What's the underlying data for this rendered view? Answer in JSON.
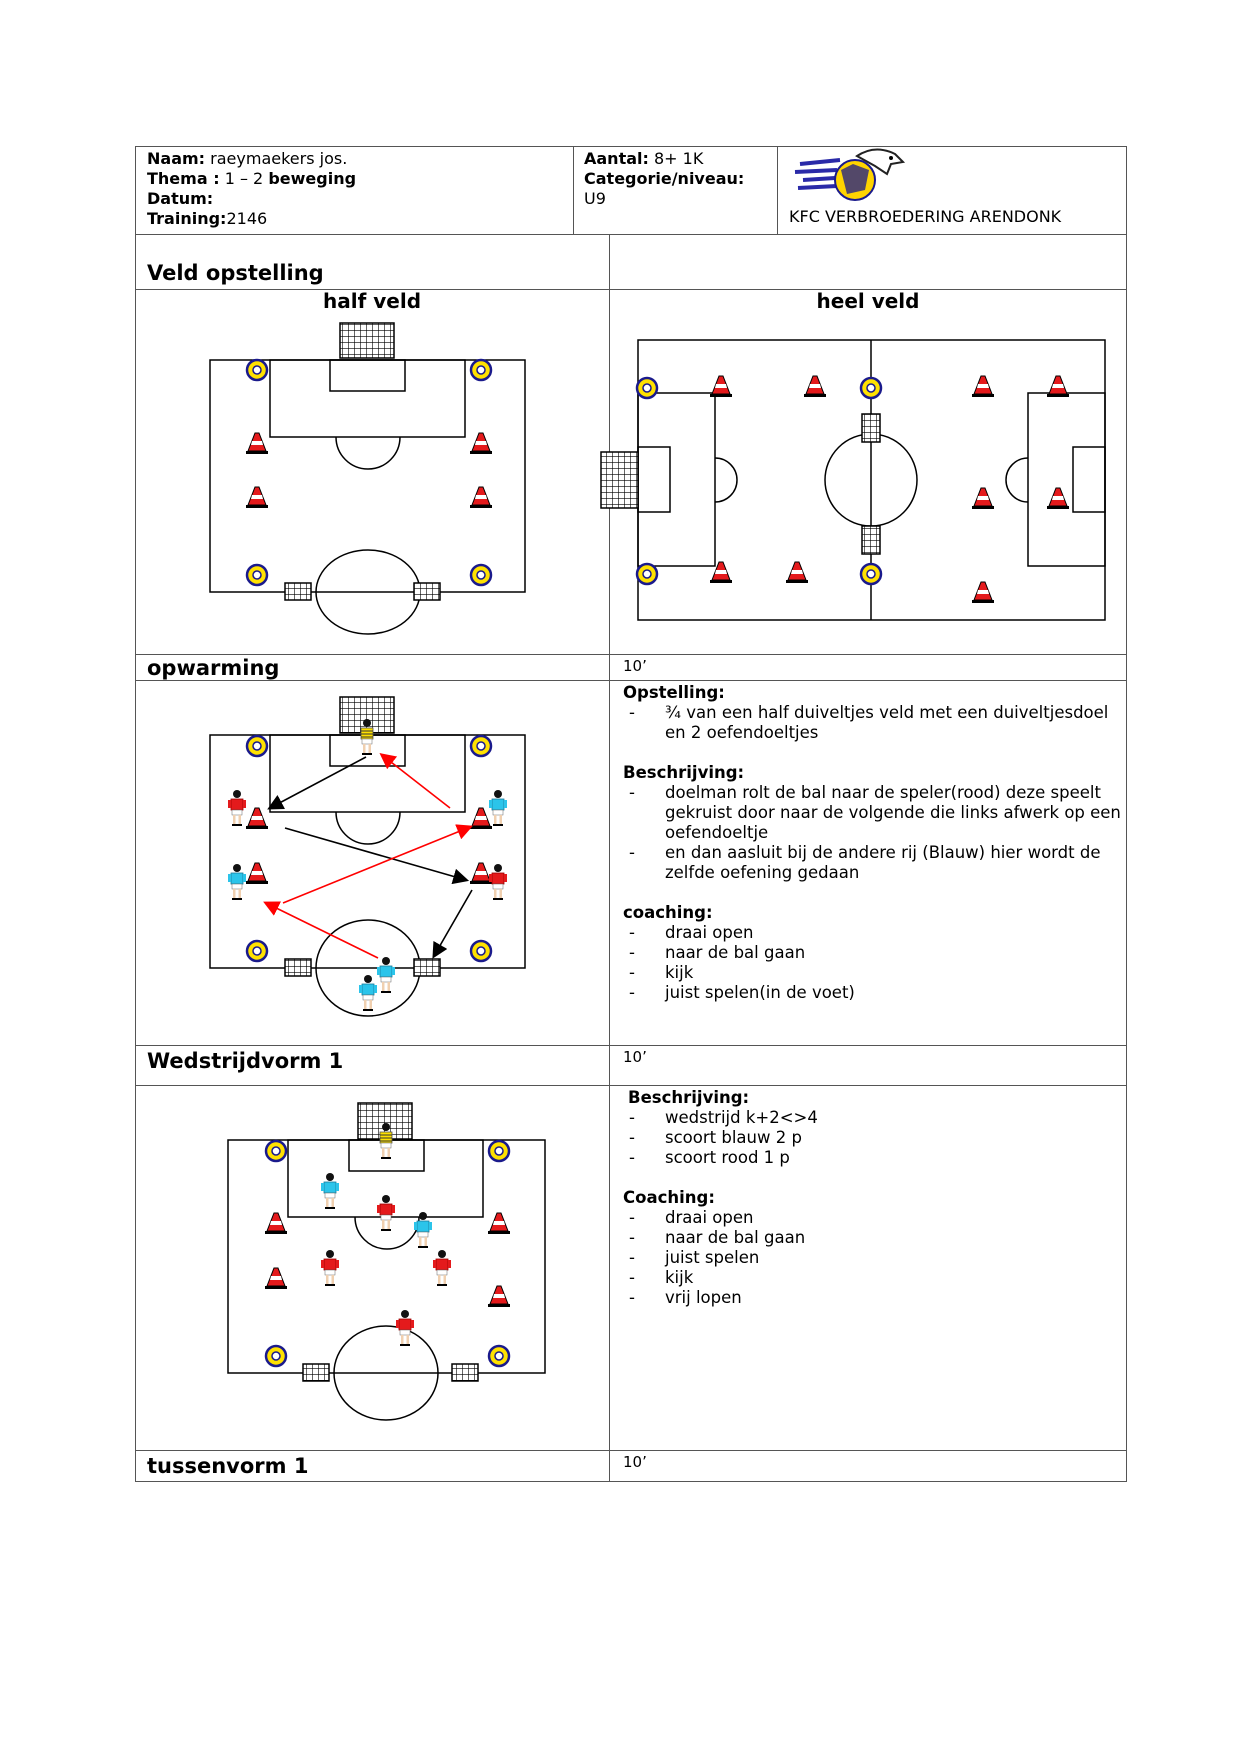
{
  "header": {
    "naam_label": "Naam:",
    "naam_value": "raeymaekers jos.",
    "thema_label": "Thema :",
    "thema_value": "1 – 2",
    "thema_bold": "beweging",
    "datum_label": "Datum:",
    "training_label": "Training:",
    "training_value": "2146",
    "aantal_label": "Aantal:",
    "aantal_value": "8+ 1K",
    "categorie_label": "Categorie/niveau:",
    "categorie_value": "U9",
    "club_name": "KFC VERBROEDERING ARENDONK"
  },
  "sections": {
    "veld_opstelling": "Veld opstelling",
    "half_veld": "half veld",
    "heel_veld": "heel veld",
    "opwarming": "opwarming",
    "opwarming_time": "10’",
    "wedstrijdvorm": "Wedstrijdvorm 1",
    "wedstrijdvorm_time": "10’",
    "tussenvorm": "tussenvorm 1",
    "tussenvorm_time": "10’"
  },
  "opwarming": {
    "opstelling_title": "Opstelling:",
    "opstelling_items": [
      "¾ van een half duiveltjes veld met een duiveltjesdoel en 2 oefendoeltjes"
    ],
    "beschrijving_title": "Beschrijving:",
    "beschrijving_items": [
      "doelman rolt de bal naar de speler(rood) deze speelt gekruist door naar de volgende die links afwerk op een oefendoeltje",
      "en dan aasluit bij de andere rij (Blauw) hier wordt de zelfde oefening gedaan"
    ],
    "coaching_title": "coaching:",
    "coaching_items": [
      "draai open",
      "naar de bal gaan",
      "kijk",
      "juist spelen(in de voet)"
    ]
  },
  "wedstrijdvorm": {
    "beschrijving_title": "Beschrijving:",
    "beschrijving_items": [
      "wedstrijd k+2<>4",
      "scoort blauw 2 p",
      "scoort rood 1 p"
    ],
    "coaching_title": "Coaching:",
    "coaching_items": [
      "draai open",
      "naar de bal gaan",
      "juist spelen",
      "kijk",
      "vrij lopen"
    ]
  },
  "colors": {
    "red": "#e41a1c",
    "blue": "#2bc4ea",
    "yellow": "#ffe100",
    "navy": "#1a1a8c",
    "arrow_red": "#ff0000"
  }
}
